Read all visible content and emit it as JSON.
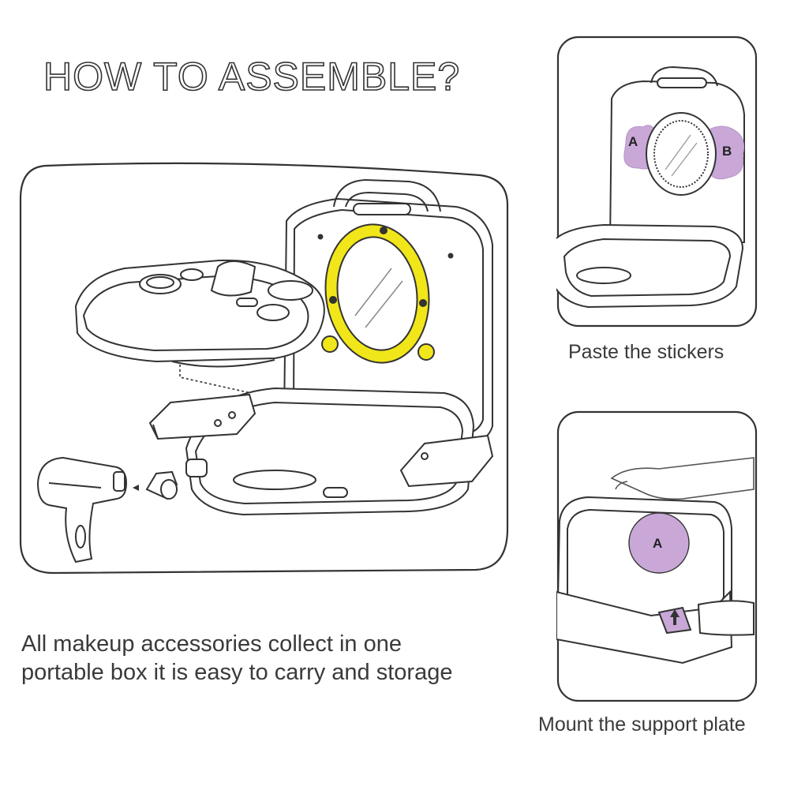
{
  "title": "HOW TO ASSEMBLE?",
  "colors": {
    "mirror_frame": "#f0e61a",
    "sticker": "#c9a8d8",
    "line": "#333333",
    "text": "#3a3a3a"
  },
  "description": {
    "line1": "All makeup accessories collect in one",
    "line2": "portable box it is easy to carry and storage"
  },
  "step1": {
    "sticker_a": "A",
    "sticker_b": "B",
    "caption": "Paste the stickers"
  },
  "step2": {
    "sticker_a": "A",
    "caption": "Mount the support plate"
  }
}
